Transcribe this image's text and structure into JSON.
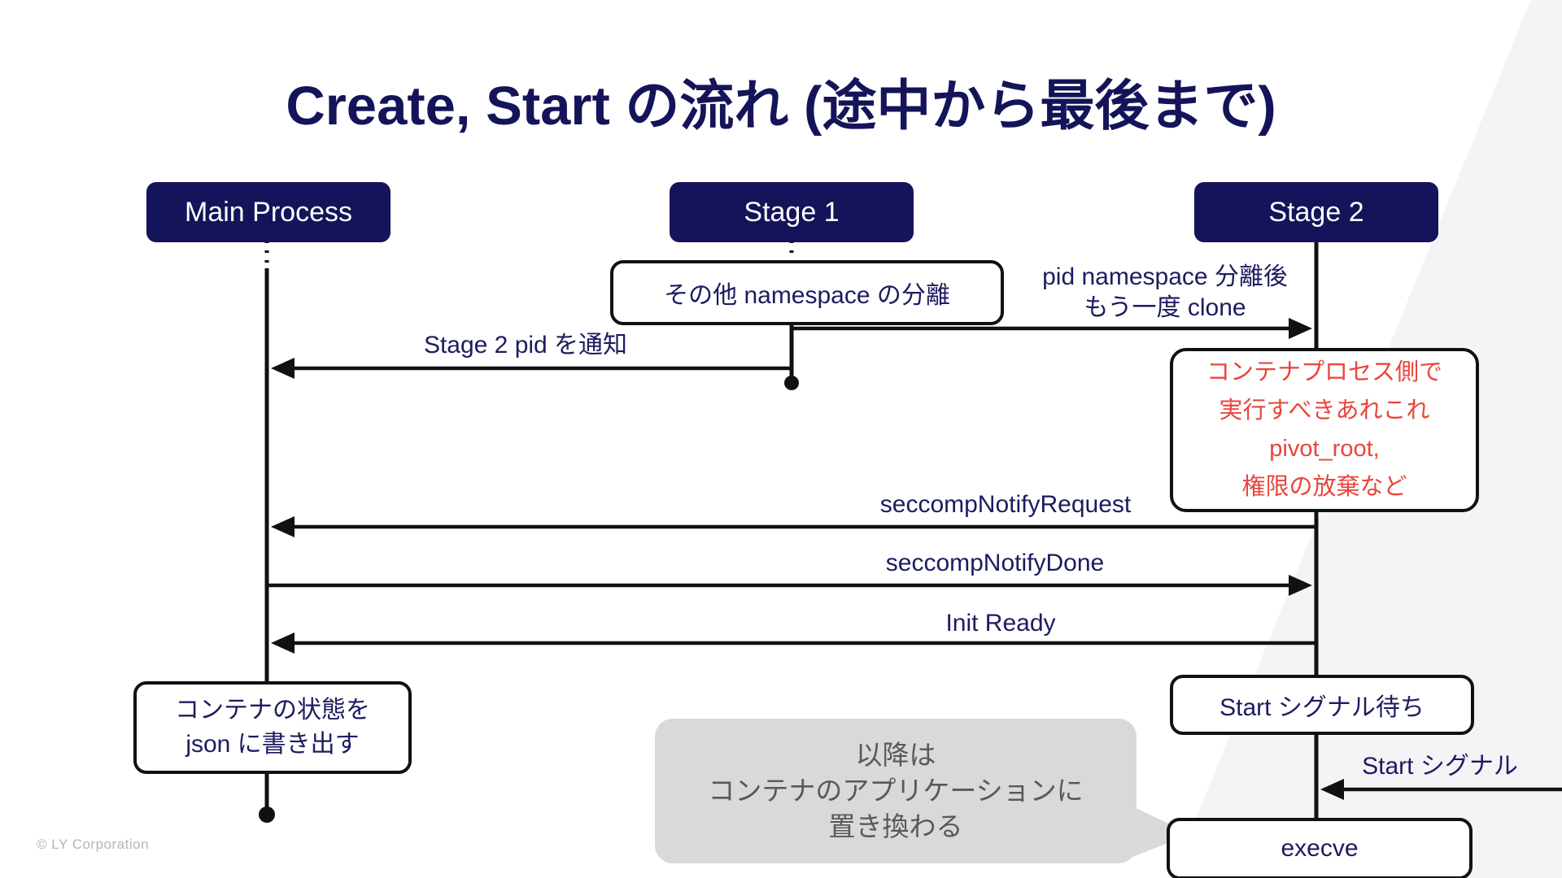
{
  "slide": {
    "title": "Create, Start の流れ (途中から最後まで)",
    "footer": "© LY Corporation"
  },
  "actors": [
    {
      "label": "Main Process"
    },
    {
      "label": "Stage 1"
    },
    {
      "label": "Stage 2"
    }
  ],
  "boxes": {
    "stage1_action": "その他 namespace の分離",
    "container_note": {
      "line1": "コンテナプロセス側で",
      "line2": "実行すべきあれこれ",
      "line3": "pivot_root,",
      "line4": "権限の放棄など"
    },
    "main_action": {
      "line1": "コンテナの状態を",
      "line2": "json に書き出す"
    },
    "wait_start": "Start シグナル待ち",
    "execve": "execve",
    "takeover": {
      "line1": "以降は",
      "line2": "コンテナのアプリケーションに",
      "line3": "置き換わる"
    }
  },
  "messages": {
    "clone": {
      "line1": "pid namespace 分離後",
      "line2": "もう一度 clone"
    },
    "notify_pid": "Stage 2 pid を通知",
    "seccomp_request": "seccompNotifyRequest",
    "seccomp_done": "seccompNotifyDone",
    "init_ready": "Init Ready",
    "start_signal": "Start シグナル"
  },
  "colors": {
    "navy": "#14145a",
    "line_black": "#111111",
    "note_red": "#e8463c",
    "bubble_gray": "#d9d9d9",
    "bubble_text": "#595959"
  }
}
